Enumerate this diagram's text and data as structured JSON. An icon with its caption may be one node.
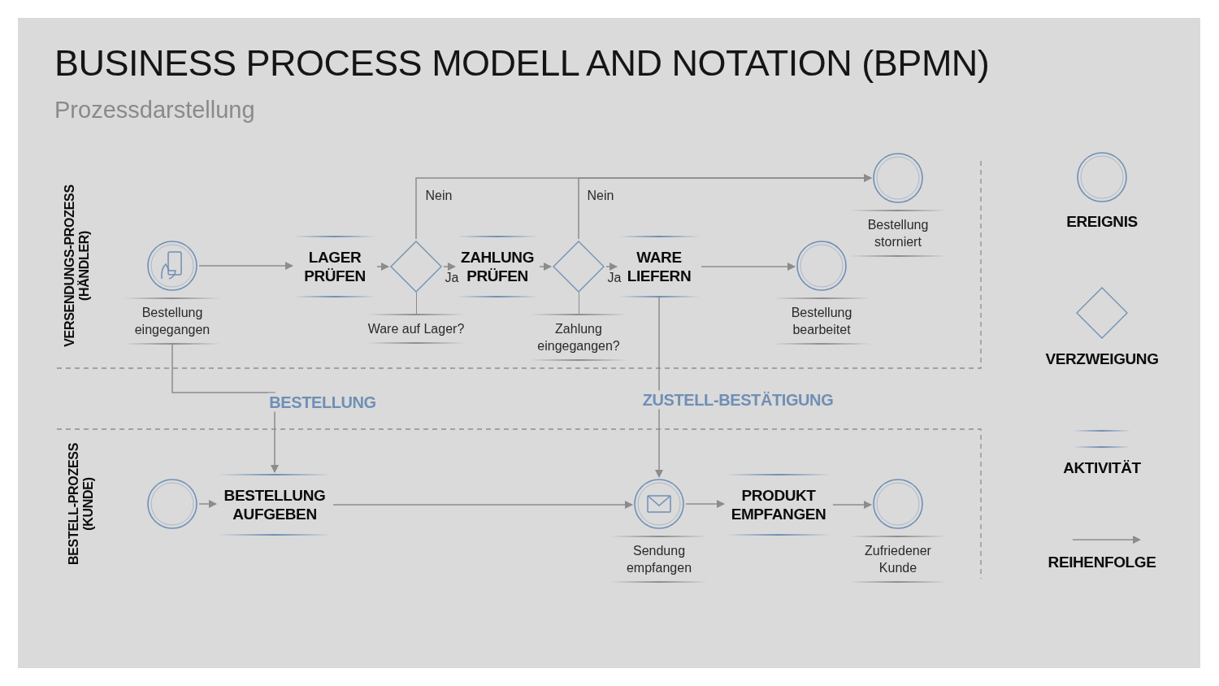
{
  "diagram": {
    "title": "BUSINESS PROCESS MODELL AND NOTATION (BPMN)",
    "caption": "Prozessdarstellung",
    "nodes": [
      {
        "text": [
          "Bestellung eingegangen"
        ]
      },
      {
        "text": [
          "LAGER PRÜFEN"
        ]
      },
      {
        "text": [
          "Ware auf Lager?"
        ]
      },
      {
        "text": [
          "ZAHLUNG PRÜFEN"
        ]
      },
      {
        "text": [
          "Zahlung eingegangen?"
        ]
      },
      {
        "text": [
          "WARE LIEFERN"
        ]
      },
      {
        "text": [
          "Bestellung bearbeitet"
        ]
      },
      {
        "text": [
          "Bestellung storniert"
        ]
      },
      {
        "text": [],
        "shape": "circle"
      },
      {
        "text": [
          "BESTELLUNG AUFGEBEN"
        ]
      },
      {
        "text": [
          "Sendung empfangen"
        ]
      },
      {
        "text": [
          "PRODUKT EMPFANGEN"
        ]
      },
      {
        "text": [
          "Zufriedener Kunde"
        ]
      }
    ],
    "edges": [
      {
        "from": 0,
        "to": 1,
        "arrow": "to"
      },
      {
        "from": 1,
        "to": 2,
        "arrow": "to"
      },
      {
        "from": 2,
        "to": 3,
        "arrow": "to",
        "label": "Ja"
      },
      {
        "from": 3,
        "to": 4,
        "arrow": "to"
      },
      {
        "from": 4,
        "to": 5,
        "arrow": "to",
        "label": "Ja"
      },
      {
        "from": 5,
        "to": 6,
        "arrow": "to"
      },
      {
        "from": 2,
        "to": 7,
        "arrow": "to",
        "label": "Nein"
      },
      {
        "from": 4,
        "to": 7,
        "arrow": "to",
        "label": "Nein"
      },
      {
        "from": 0,
        "to": 9,
        "arrow": "to",
        "label": "BESTELLUNG"
      },
      {
        "from": 5,
        "to": 10,
        "arrow": "to",
        "label": "ZUSTELL-BESTÄTIGUNG"
      },
      {
        "from": 8,
        "to": 9,
        "arrow": "to"
      },
      {
        "from": 9,
        "to": 10,
        "arrow": "to"
      },
      {
        "from": 10,
        "to": 11,
        "arrow": "to"
      },
      {
        "from": 11,
        "to": 12,
        "arrow": "to"
      }
    ],
    "labels": [
      "VERSENDUNGS-PROZESS (HÄNDLER)",
      "BESTELL-PROZESS (KUNDE)"
    ],
    "legend": [
      {
        "text": "EREIGNIS"
      },
      {
        "text": "VERZWEIGUNG"
      },
      {
        "text": "AKTIVITÄT"
      },
      {
        "text": "REIHENFOLGE"
      }
    ]
  }
}
